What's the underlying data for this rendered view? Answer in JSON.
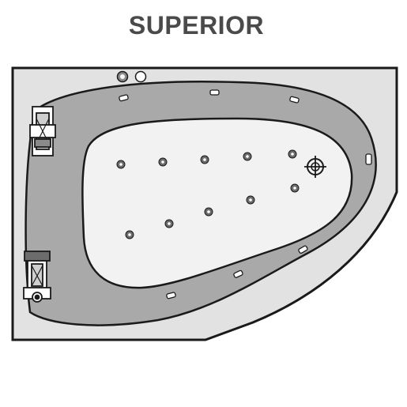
{
  "title": "SUPERIOR",
  "colors": {
    "outline": "#1a1a1a",
    "deck": "#e2e2e2",
    "inner_shelf": "#a9a9a9",
    "basin": "#f2f2f2",
    "jet": "#6c6c6c",
    "title": "#4a4a4a"
  },
  "components": {
    "body_jets_count": 10,
    "side_jets_count": 7,
    "control_buttons_count": 2,
    "pumps_count": 2,
    "drain_count": 1,
    "overflow_count": 1
  },
  "icons": [
    "control-button-icon",
    "body-jet-icon",
    "side-jet-icon",
    "drain-icon",
    "pump-motor-icon",
    "overflow-icon"
  ]
}
